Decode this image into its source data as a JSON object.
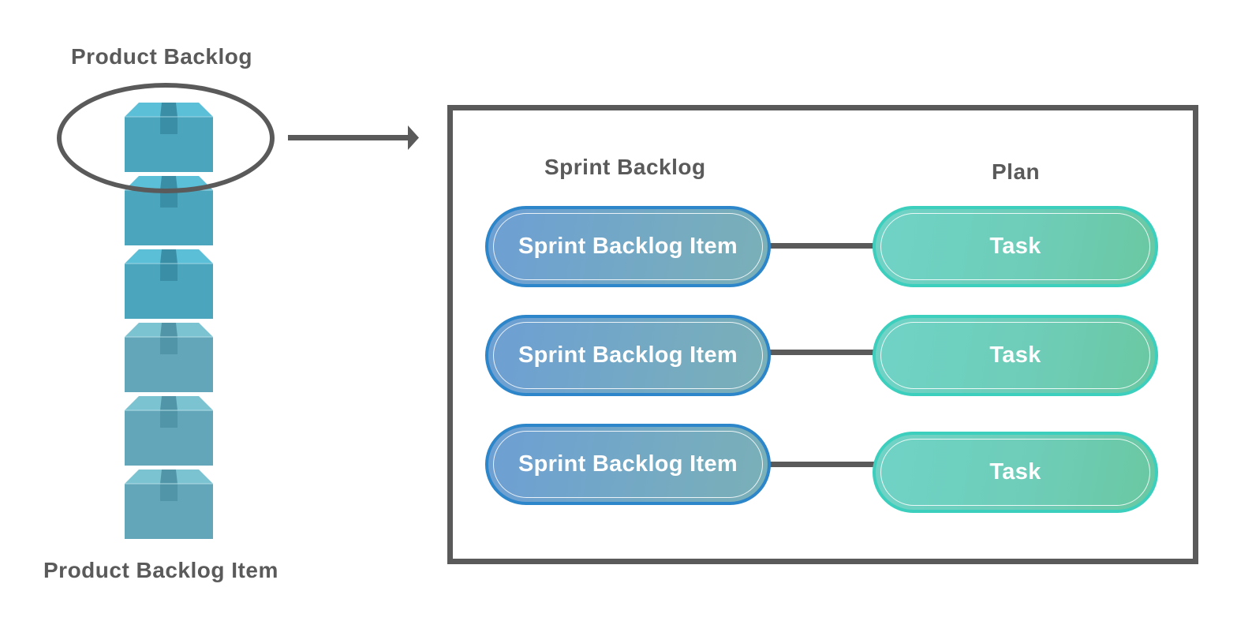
{
  "diagram": {
    "product_backlog_title": "Product Backlog",
    "product_backlog_item_label": "Product Backlog Item",
    "sprint_backlog_title": "Sprint Backlog",
    "plan_title": "Plan",
    "rows": [
      {
        "sprint_item": "Sprint Backlog Item",
        "task": "Task"
      },
      {
        "sprint_item": "Sprint Backlog Item",
        "task": "Task"
      },
      {
        "sprint_item": "Sprint Backlog Item",
        "task": "Task"
      }
    ],
    "stack_box_count": 6,
    "colors": {
      "text_gray": "#5a5a5a",
      "box_dark": "#4aa5bd",
      "box_light": "#64a6b9",
      "sprint_border": "#2d86c9",
      "task_border": "#3ccfbe"
    }
  }
}
